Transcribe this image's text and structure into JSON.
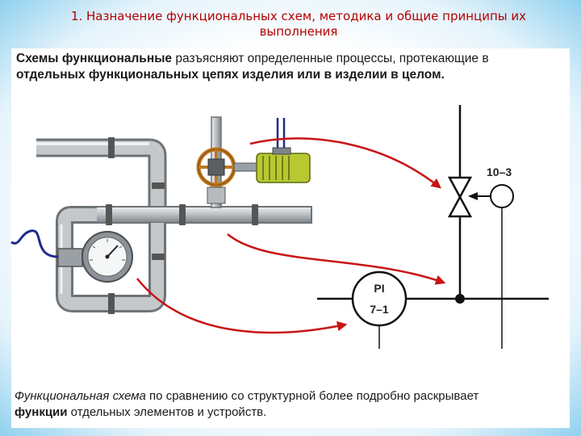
{
  "title": "1. Назначение функциональных схем, методика и общие принципы их выполнения",
  "intro": {
    "lead_bold": "Схемы функциональные",
    "line1_rest": " разъясняют определенные процессы, протекающие в",
    "line2_bold": "отдельных функциональных цепях изделия или в изделии в целом."
  },
  "diagram": {
    "valve_label": "10–3",
    "instrument_top": "PI",
    "instrument_bottom": "7–1"
  },
  "footer": {
    "italic_part": "Функциональная схема",
    "line1_rest": " по сравнению со структурной более подробно раскрывает",
    "line2_bold": "функции",
    "line2_rest": " отдельных элементов и устройств."
  },
  "colors": {
    "title": "#b30000",
    "arrow": "#c81414",
    "pipe": "#b8bcc0",
    "motor": "#b8c832",
    "valve_wheel": "#c07820"
  }
}
